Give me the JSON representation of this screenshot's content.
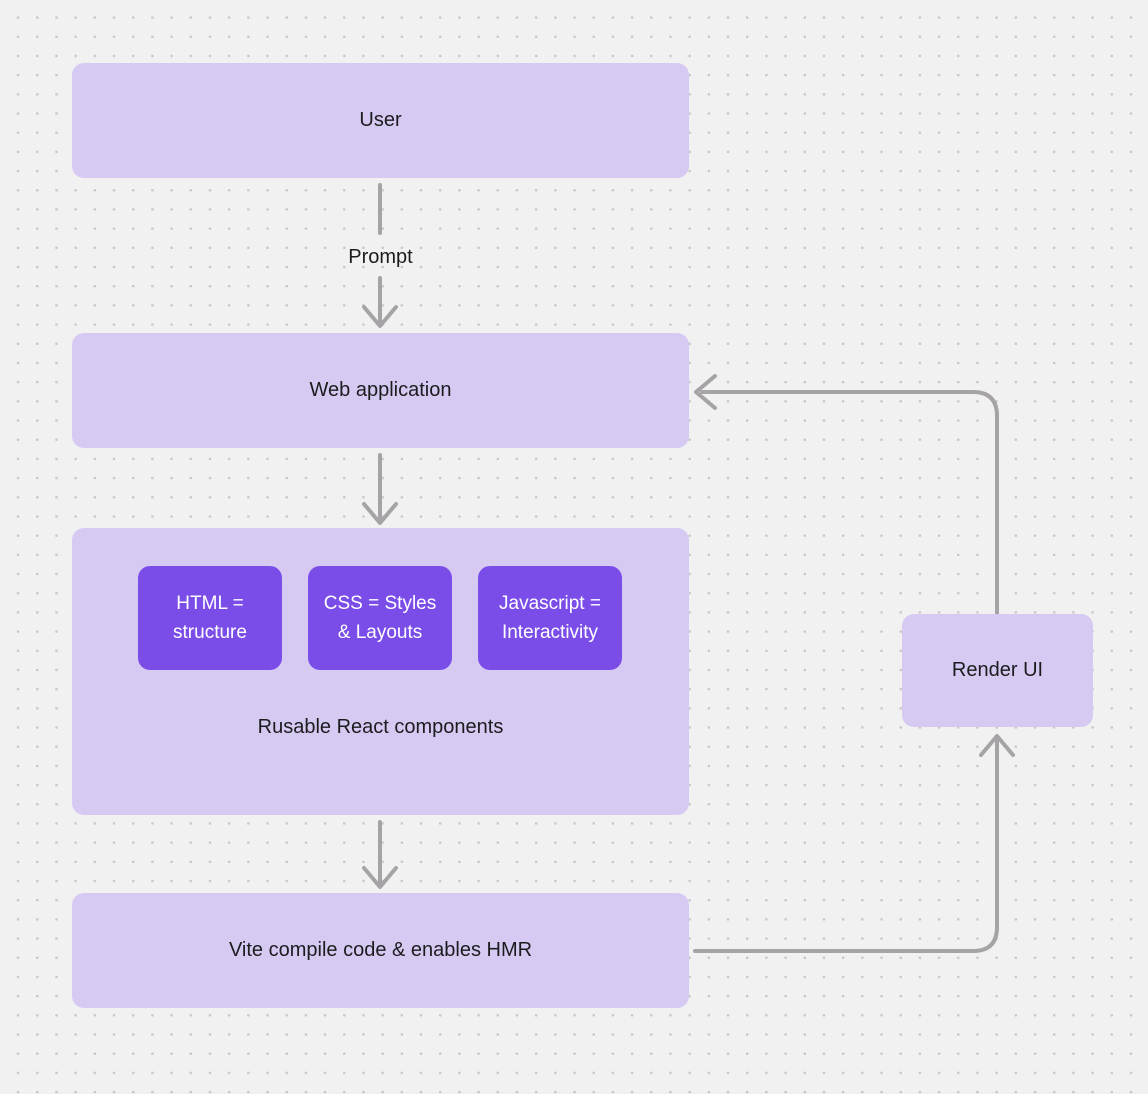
{
  "nodes": {
    "user": {
      "label": "User"
    },
    "web_application": {
      "label": "Web application"
    },
    "components_group": {
      "caption": "Rusable React components",
      "items": [
        {
          "label": "HTML = structure"
        },
        {
          "label": "CSS = Styles & Layouts"
        },
        {
          "label": "Javascript = Interactivity"
        }
      ]
    },
    "vite": {
      "label": "Vite compile code & enables HMR"
    },
    "render_ui": {
      "label": "Render UI"
    }
  },
  "edges": {
    "flow": [
      {
        "from": "User",
        "to": "Web application",
        "label": "Prompt"
      },
      {
        "from": "Web application",
        "to": "Rusable React components",
        "label": ""
      },
      {
        "from": "Rusable React components",
        "to": "Vite compile code & enables HMR",
        "label": ""
      },
      {
        "from": "Vite compile code & enables HMR",
        "to": "Render UI",
        "label": ""
      },
      {
        "from": "Render UI",
        "to": "Web application",
        "label": ""
      }
    ]
  },
  "colors": {
    "background": "#f2f1f1",
    "dot_grid": "#c9c6c9",
    "node_fill": "#d6caf3",
    "accent_fill": "#7b4de8",
    "accent_text": "#ffffff",
    "node_text": "#1c1c1e",
    "connector": "#a6a3a6"
  }
}
